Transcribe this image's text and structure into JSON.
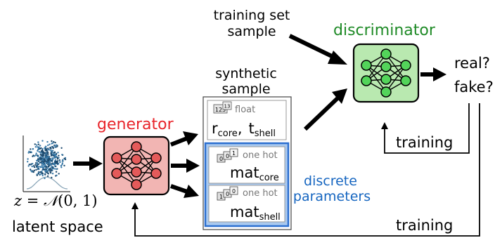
{
  "latent": {
    "formula_lhs": "z",
    "formula_eq": " = ",
    "formula_dist": "𝒩",
    "formula_args": "(0, 1)",
    "label": "latent space"
  },
  "generator": {
    "label": "generator",
    "color": "#e8252b",
    "fill": "#f2b5b3"
  },
  "discriminator": {
    "label": "discriminator",
    "color": "#1e8a26",
    "fill": "#b9e9b0"
  },
  "training_sample": {
    "line1": "training set",
    "line2": "sample"
  },
  "synthetic_sample": {
    "line1": "synthetic",
    "line2": "sample",
    "float_icon": "123",
    "float_icon_sup": "13",
    "float_type": "float",
    "r_base": "r",
    "r_sub": "core",
    "comma": ",",
    "t_base": "t",
    "t_sub": "shell",
    "onehot_icon_a": "0",
    "onehot_icon_b": "0",
    "onehot_icon_c": "1",
    "onehot_type_core": "one hot",
    "mat_core_base": "mat",
    "mat_core_sub": "core",
    "onehot_icon2_a": "1",
    "onehot_icon2_b": "0",
    "onehot_icon2_c": "0",
    "onehot_type_shell": "one hot",
    "mat_shell_base": "mat",
    "mat_shell_sub": "shell"
  },
  "discrete": {
    "line1": "discrete",
    "line2": "parameters",
    "color": "#1565c0"
  },
  "outputs": {
    "real": "real?",
    "fake": "fake?"
  },
  "feedback": {
    "disc_training": "training",
    "gen_training": "training"
  }
}
